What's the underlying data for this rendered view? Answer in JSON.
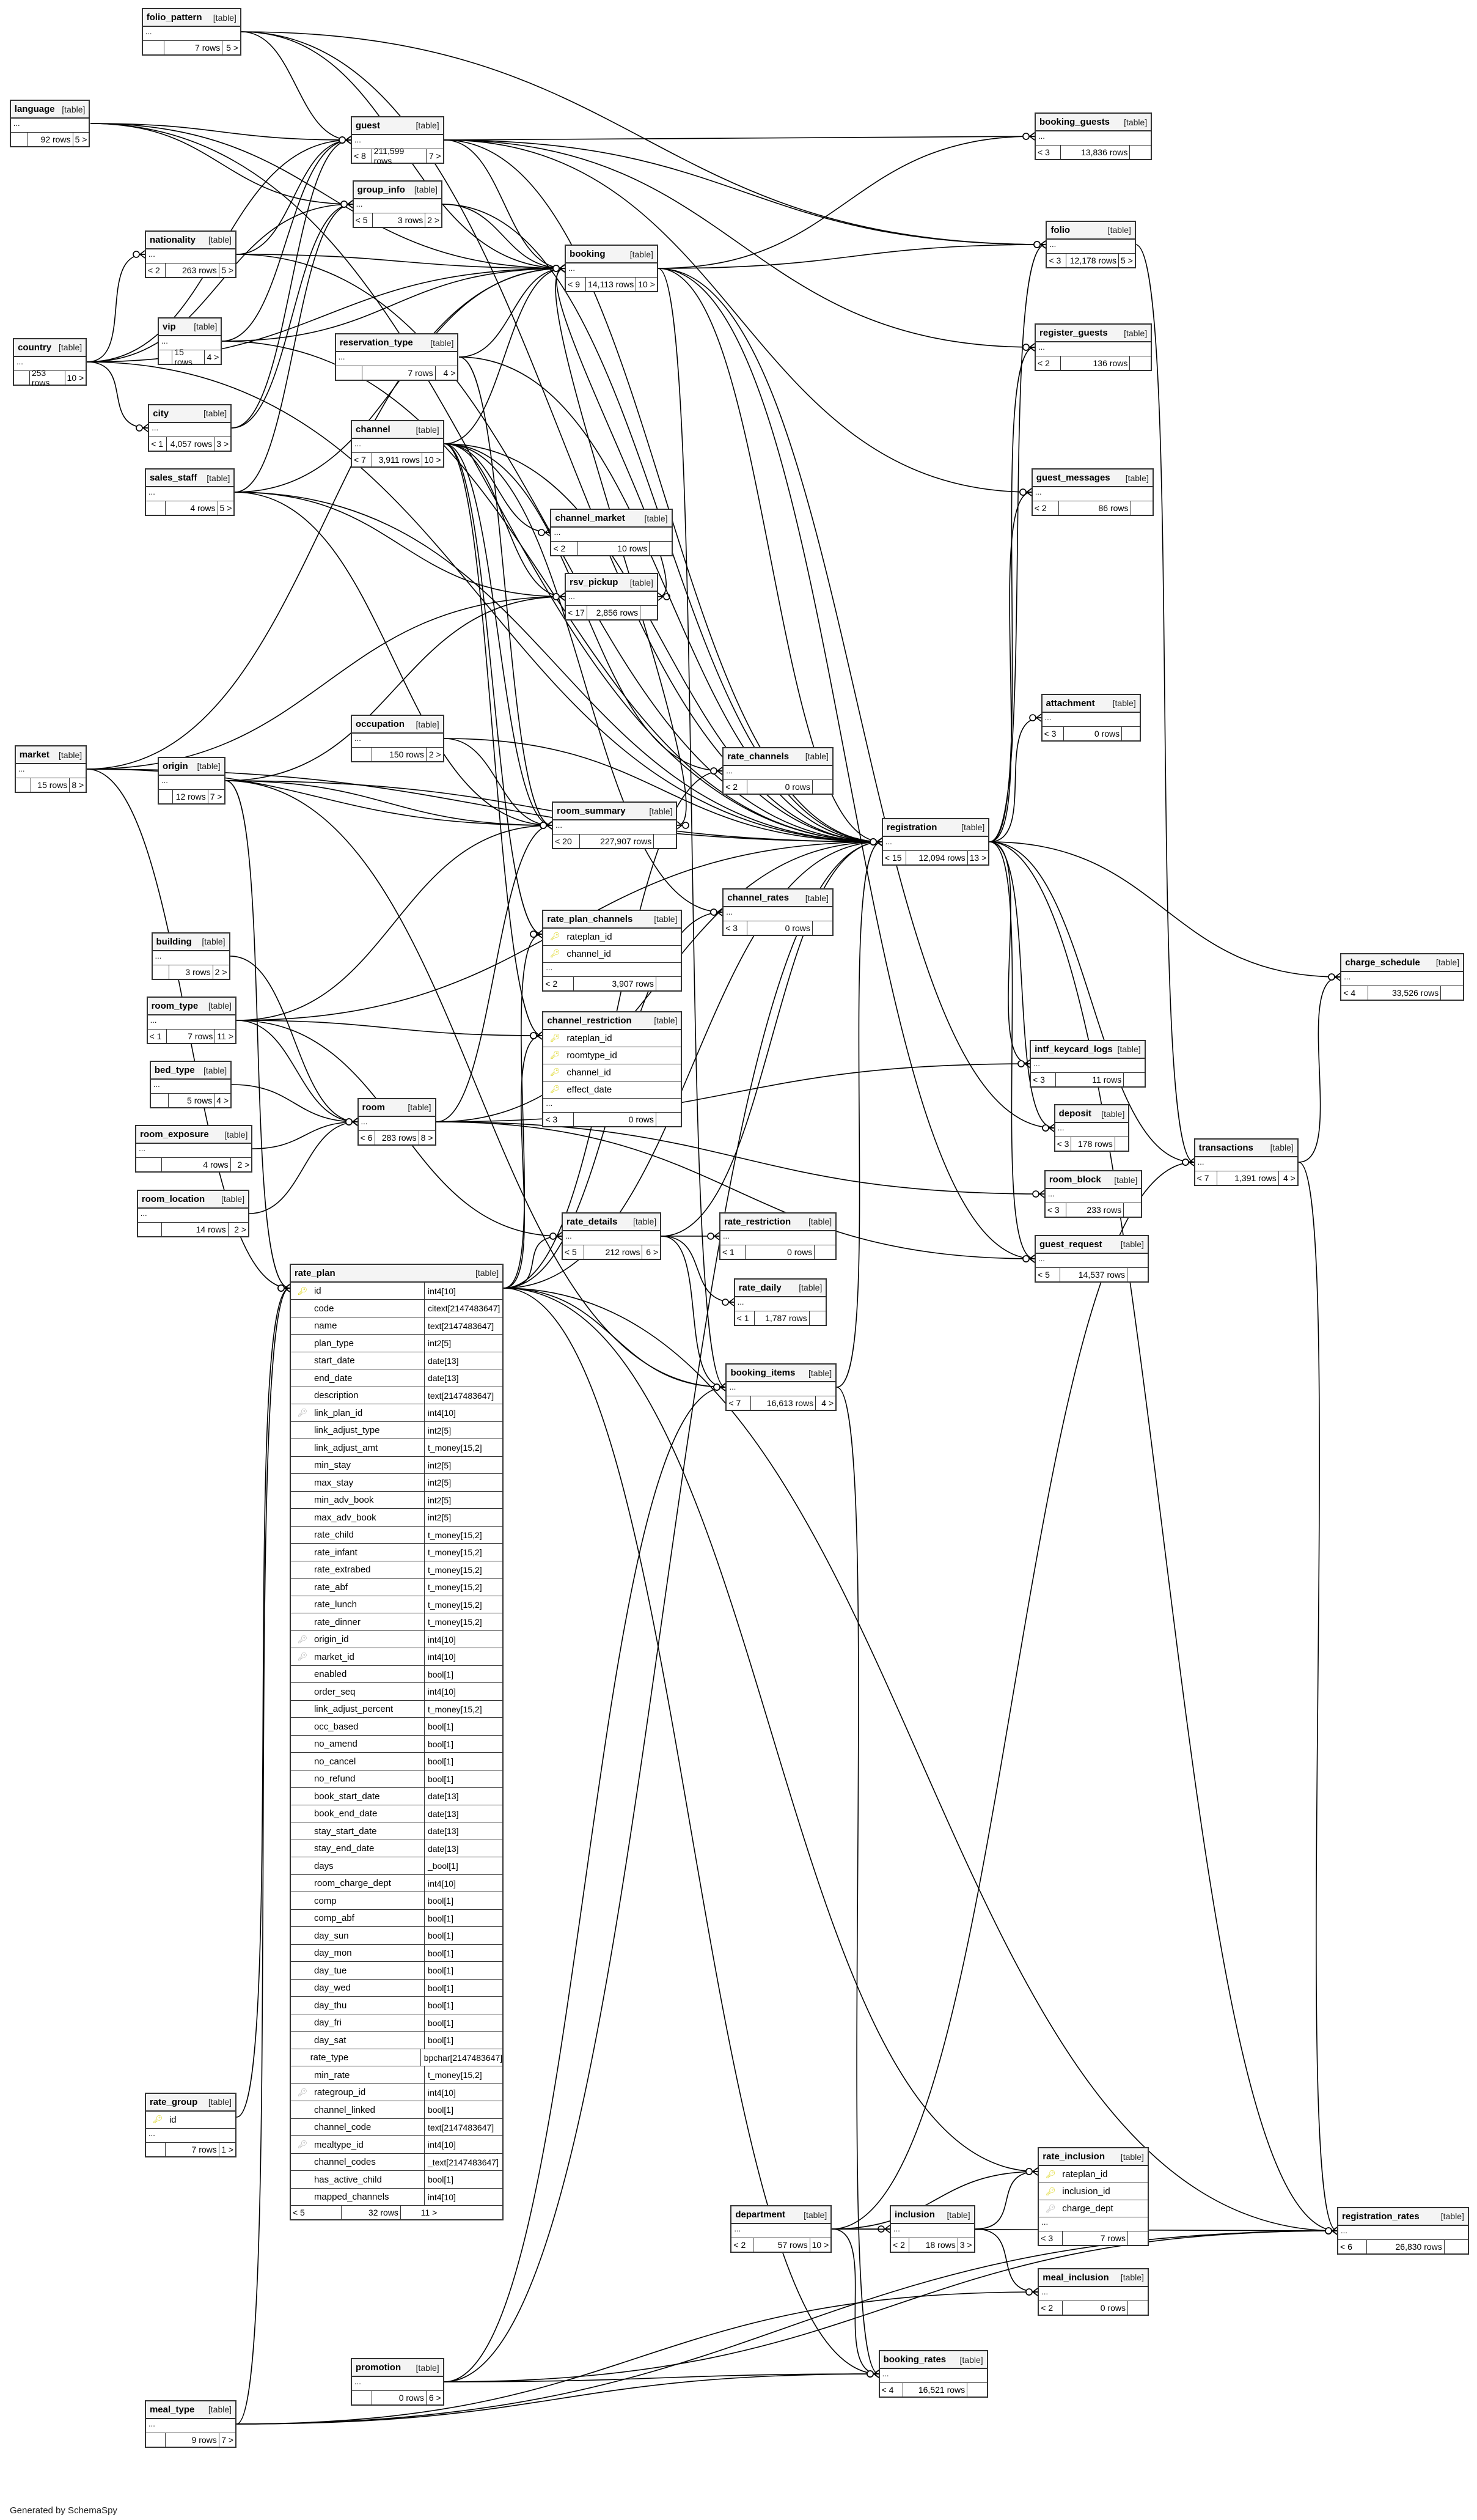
{
  "footer": "Generated by SchemaSpy",
  "type_label": "[table]",
  "ellipsis": "...",
  "tables": [
    {
      "name": "folio_pattern",
      "parents": "",
      "rows": "7 rows",
      "children": "5 >"
    },
    {
      "name": "language",
      "parents": "",
      "rows": "92 rows",
      "children": "5 >"
    },
    {
      "name": "guest",
      "parents": "< 8",
      "rows": "211,599 rows",
      "children": "7 >"
    },
    {
      "name": "group_info",
      "parents": "< 5",
      "rows": "3 rows",
      "children": "2 >"
    },
    {
      "name": "nationality",
      "parents": "< 2",
      "rows": "263 rows",
      "children": "5 >"
    },
    {
      "name": "booking",
      "parents": "< 9",
      "rows": "14,113 rows",
      "children": "10 >"
    },
    {
      "name": "vip",
      "parents": "",
      "rows": "15 rows",
      "children": "4 >"
    },
    {
      "name": "country",
      "parents": "",
      "rows": "253 rows",
      "children": "10 >"
    },
    {
      "name": "reservation_type",
      "parents": "",
      "rows": "7 rows",
      "children": "4 >"
    },
    {
      "name": "city",
      "parents": "< 1",
      "rows": "4,057 rows",
      "children": "3 >"
    },
    {
      "name": "channel",
      "parents": "< 7",
      "rows": "3,911 rows",
      "children": "10 >"
    },
    {
      "name": "sales_staff",
      "parents": "",
      "rows": "4 rows",
      "children": "5 >"
    },
    {
      "name": "channel_market",
      "parents": "< 2",
      "rows": "10 rows",
      "children": ""
    },
    {
      "name": "rsv_pickup",
      "parents": "< 17",
      "rows": "2,856 rows",
      "children": ""
    },
    {
      "name": "occupation",
      "parents": "",
      "rows": "150 rows",
      "children": "2 >"
    },
    {
      "name": "market",
      "parents": "",
      "rows": "15 rows",
      "children": "8 >"
    },
    {
      "name": "origin",
      "parents": "",
      "rows": "12 rows",
      "children": "7 >"
    },
    {
      "name": "rate_channels",
      "parents": "< 2",
      "rows": "0 rows",
      "children": ""
    },
    {
      "name": "room_summary",
      "parents": "< 20",
      "rows": "227,907 rows",
      "children": ""
    },
    {
      "name": "registration",
      "parents": "< 15",
      "rows": "12,094 rows",
      "children": "13 >"
    },
    {
      "name": "channel_rates",
      "parents": "< 3",
      "rows": "0 rows",
      "children": ""
    },
    {
      "name": "rate_plan_channels",
      "parents": "< 2",
      "rows": "3,907 rows",
      "children": "",
      "columns": [
        {
          "name": "rateplan_id",
          "key": "pk"
        },
        {
          "name": "channel_id",
          "key": "pk"
        }
      ]
    },
    {
      "name": "channel_restriction",
      "parents": "< 3",
      "rows": "0 rows",
      "children": "",
      "columns": [
        {
          "name": "rateplan_id",
          "key": "pk"
        },
        {
          "name": "roomtype_id",
          "key": "pk"
        },
        {
          "name": "channel_id",
          "key": "pk"
        },
        {
          "name": "effect_date",
          "key": "pk"
        }
      ]
    },
    {
      "name": "building",
      "parents": "",
      "rows": "3 rows",
      "children": "2 >"
    },
    {
      "name": "room_type",
      "parents": "< 1",
      "rows": "7 rows",
      "children": "11 >"
    },
    {
      "name": "bed_type",
      "parents": "",
      "rows": "5 rows",
      "children": "4 >"
    },
    {
      "name": "room_exposure",
      "parents": "",
      "rows": "4 rows",
      "children": "2 >"
    },
    {
      "name": "room_location",
      "parents": "",
      "rows": "14 rows",
      "children": "2 >"
    },
    {
      "name": "room",
      "parents": "< 6",
      "rows": "283 rows",
      "children": "8 >"
    },
    {
      "name": "rate_details",
      "parents": "< 5",
      "rows": "212 rows",
      "children": "6 >"
    },
    {
      "name": "rate_restriction",
      "parents": "< 1",
      "rows": "0 rows",
      "children": ""
    },
    {
      "name": "rate_daily",
      "parents": "< 1",
      "rows": "1,787 rows",
      "children": ""
    },
    {
      "name": "booking_items",
      "parents": "< 7",
      "rows": "16,613 rows",
      "children": "4 >"
    },
    {
      "name": "rate_plan",
      "parents": "< 5",
      "rows": "32 rows",
      "children": "11 >",
      "columns": [
        {
          "name": "id",
          "type": "int4[10]",
          "key": "pk"
        },
        {
          "name": "code",
          "type": "citext[2147483647]",
          "key": ""
        },
        {
          "name": "name",
          "type": "text[2147483647]",
          "key": ""
        },
        {
          "name": "plan_type",
          "type": "int2[5]",
          "key": ""
        },
        {
          "name": "start_date",
          "type": "date[13]",
          "key": ""
        },
        {
          "name": "end_date",
          "type": "date[13]",
          "key": ""
        },
        {
          "name": "description",
          "type": "text[2147483647]",
          "key": ""
        },
        {
          "name": "link_plan_id",
          "type": "int4[10]",
          "key": "fk"
        },
        {
          "name": "link_adjust_type",
          "type": "int2[5]",
          "key": ""
        },
        {
          "name": "link_adjust_amt",
          "type": "t_money[15,2]",
          "key": ""
        },
        {
          "name": "min_stay",
          "type": "int2[5]",
          "key": ""
        },
        {
          "name": "max_stay",
          "type": "int2[5]",
          "key": ""
        },
        {
          "name": "min_adv_book",
          "type": "int2[5]",
          "key": ""
        },
        {
          "name": "max_adv_book",
          "type": "int2[5]",
          "key": ""
        },
        {
          "name": "rate_child",
          "type": "t_money[15,2]",
          "key": ""
        },
        {
          "name": "rate_infant",
          "type": "t_money[15,2]",
          "key": ""
        },
        {
          "name": "rate_extrabed",
          "type": "t_money[15,2]",
          "key": ""
        },
        {
          "name": "rate_abf",
          "type": "t_money[15,2]",
          "key": ""
        },
        {
          "name": "rate_lunch",
          "type": "t_money[15,2]",
          "key": ""
        },
        {
          "name": "rate_dinner",
          "type": "t_money[15,2]",
          "key": ""
        },
        {
          "name": "origin_id",
          "type": "int4[10]",
          "key": "fk"
        },
        {
          "name": "market_id",
          "type": "int4[10]",
          "key": "fk"
        },
        {
          "name": "enabled",
          "type": "bool[1]",
          "key": ""
        },
        {
          "name": "order_seq",
          "type": "int4[10]",
          "key": ""
        },
        {
          "name": "link_adjust_percent",
          "type": "t_money[15,2]",
          "key": ""
        },
        {
          "name": "occ_based",
          "type": "bool[1]",
          "key": ""
        },
        {
          "name": "no_amend",
          "type": "bool[1]",
          "key": ""
        },
        {
          "name": "no_cancel",
          "type": "bool[1]",
          "key": ""
        },
        {
          "name": "no_refund",
          "type": "bool[1]",
          "key": ""
        },
        {
          "name": "book_start_date",
          "type": "date[13]",
          "key": ""
        },
        {
          "name": "book_end_date",
          "type": "date[13]",
          "key": ""
        },
        {
          "name": "stay_start_date",
          "type": "date[13]",
          "key": ""
        },
        {
          "name": "stay_end_date",
          "type": "date[13]",
          "key": ""
        },
        {
          "name": "days",
          "type": "_bool[1]",
          "key": ""
        },
        {
          "name": "room_charge_dept",
          "type": "int4[10]",
          "key": ""
        },
        {
          "name": "comp",
          "type": "bool[1]",
          "key": ""
        },
        {
          "name": "comp_abf",
          "type": "bool[1]",
          "key": ""
        },
        {
          "name": "day_sun",
          "type": "bool[1]",
          "key": ""
        },
        {
          "name": "day_mon",
          "type": "bool[1]",
          "key": ""
        },
        {
          "name": "day_tue",
          "type": "bool[1]",
          "key": ""
        },
        {
          "name": "day_wed",
          "type": "bool[1]",
          "key": ""
        },
        {
          "name": "day_thu",
          "type": "bool[1]",
          "key": ""
        },
        {
          "name": "day_fri",
          "type": "bool[1]",
          "key": ""
        },
        {
          "name": "day_sat",
          "type": "bool[1]",
          "key": ""
        },
        {
          "name": "rate_type",
          "type": "bpchar[2147483647]",
          "key": ""
        },
        {
          "name": "min_rate",
          "type": "t_money[15,2]",
          "key": ""
        },
        {
          "name": "rategroup_id",
          "type": "int4[10]",
          "key": "fk"
        },
        {
          "name": "channel_linked",
          "type": "bool[1]",
          "key": ""
        },
        {
          "name": "channel_code",
          "type": "text[2147483647]",
          "key": ""
        },
        {
          "name": "mealtype_id",
          "type": "int4[10]",
          "key": "fk"
        },
        {
          "name": "channel_codes",
          "type": "_text[2147483647]",
          "key": ""
        },
        {
          "name": "has_active_child",
          "type": "bool[1]",
          "key": ""
        },
        {
          "name": "mapped_channels",
          "type": "int4[10]",
          "key": ""
        }
      ]
    },
    {
      "name": "booking_guests",
      "parents": "< 3",
      "rows": "13,836 rows",
      "children": ""
    },
    {
      "name": "folio",
      "parents": "< 3",
      "rows": "12,178 rows",
      "children": "5 >"
    },
    {
      "name": "register_guests",
      "parents": "< 2",
      "rows": "136 rows",
      "children": ""
    },
    {
      "name": "guest_messages",
      "parents": "< 2",
      "rows": "86 rows",
      "children": ""
    },
    {
      "name": "attachment",
      "parents": "< 3",
      "rows": "0 rows",
      "children": ""
    },
    {
      "name": "charge_schedule",
      "parents": "< 4",
      "rows": "33,526 rows",
      "children": ""
    },
    {
      "name": "intf_keycard_logs",
      "parents": "< 3",
      "rows": "11 rows",
      "children": ""
    },
    {
      "name": "deposit",
      "parents": "< 3",
      "rows": "178 rows",
      "children": ""
    },
    {
      "name": "transactions",
      "parents": "< 7",
      "rows": "1,391 rows",
      "children": "4 >"
    },
    {
      "name": "room_block",
      "parents": "< 3",
      "rows": "233 rows",
      "children": ""
    },
    {
      "name": "guest_request",
      "parents": "< 5",
      "rows": "14,537 rows",
      "children": ""
    },
    {
      "name": "rate_group",
      "parents": "",
      "rows": "7 rows",
      "children": "1 >",
      "columns": [
        {
          "name": "id",
          "key": "pk"
        }
      ]
    },
    {
      "name": "rate_inclusion",
      "parents": "< 3",
      "rows": "7 rows",
      "children": "",
      "columns": [
        {
          "name": "rateplan_id",
          "key": "pk"
        },
        {
          "name": "inclusion_id",
          "key": "pk"
        },
        {
          "name": "charge_dept",
          "key": "fk"
        }
      ]
    },
    {
      "name": "department",
      "parents": "< 2",
      "rows": "57 rows",
      "children": "10 >"
    },
    {
      "name": "inclusion",
      "parents": "< 2",
      "rows": "18 rows",
      "children": "3 >"
    },
    {
      "name": "registration_rates",
      "parents": "< 6",
      "rows": "26,830 rows",
      "children": ""
    },
    {
      "name": "meal_inclusion",
      "parents": "< 2",
      "rows": "0 rows",
      "children": ""
    },
    {
      "name": "promotion",
      "parents": "",
      "rows": "0 rows",
      "children": "6 >"
    },
    {
      "name": "booking_rates",
      "parents": "< 4",
      "rows": "16,521 rows",
      "children": ""
    },
    {
      "name": "meal_type",
      "parents": "",
      "rows": "9 rows",
      "children": "7 >"
    }
  ]
}
